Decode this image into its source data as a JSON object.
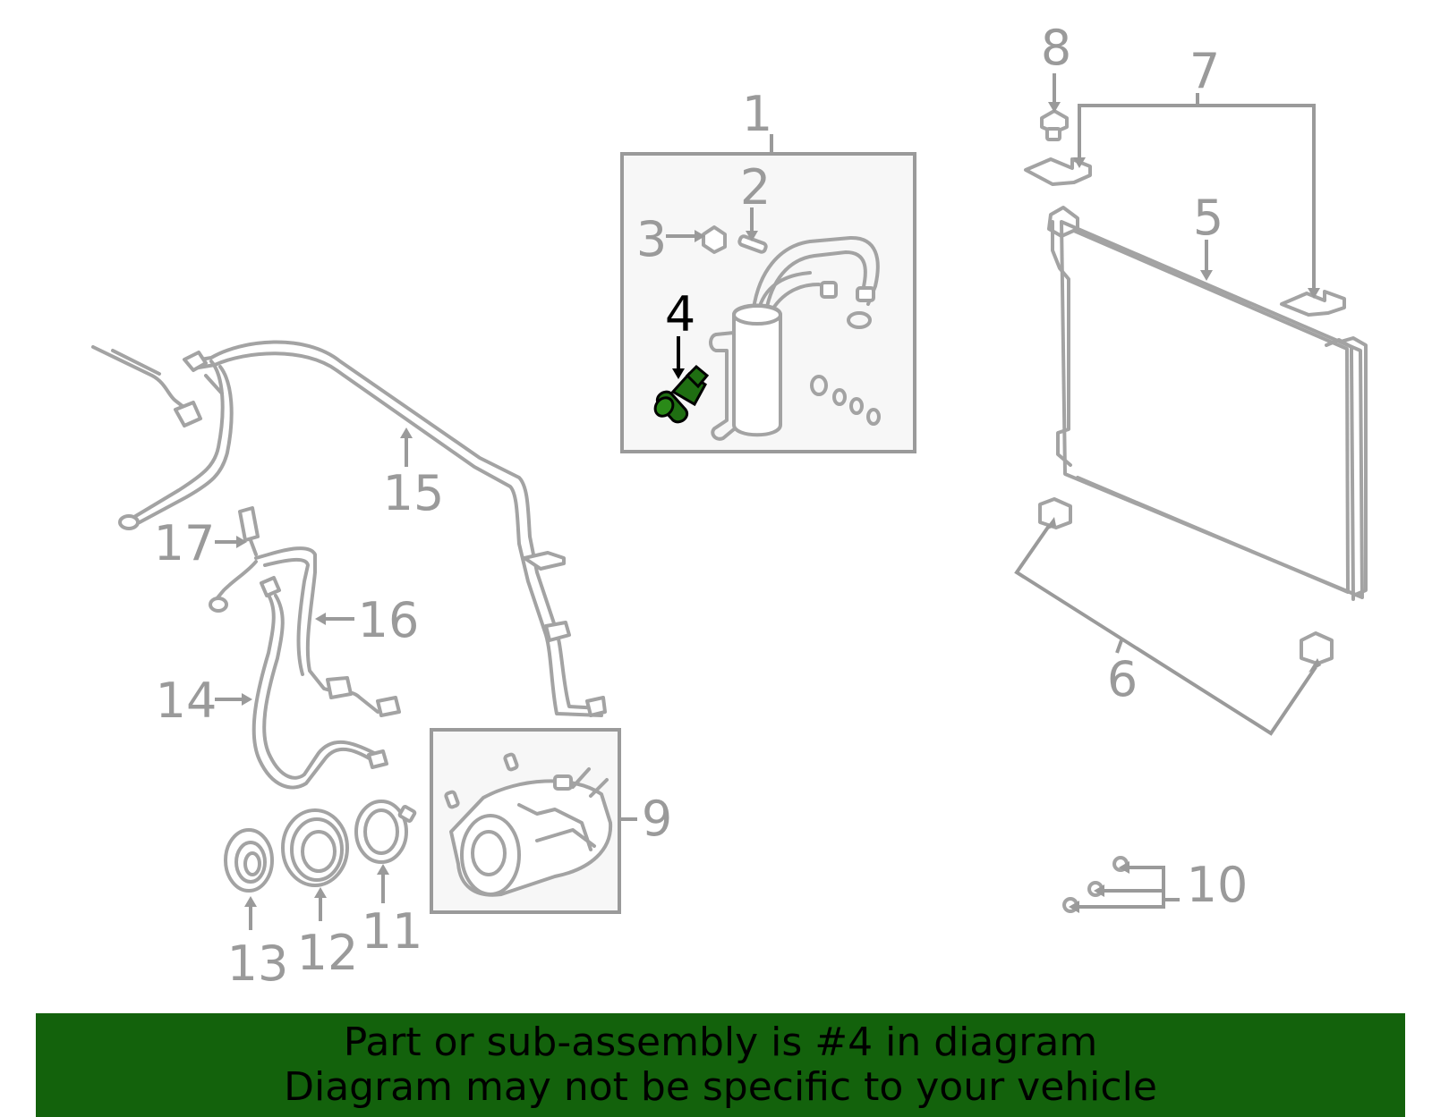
{
  "diagram": {
    "callouts": [
      {
        "id": "1",
        "label": "1"
      },
      {
        "id": "2",
        "label": "2"
      },
      {
        "id": "3",
        "label": "3"
      },
      {
        "id": "4",
        "label": "4",
        "highlighted": true
      },
      {
        "id": "5",
        "label": "5"
      },
      {
        "id": "6",
        "label": "6"
      },
      {
        "id": "7",
        "label": "7"
      },
      {
        "id": "8",
        "label": "8"
      },
      {
        "id": "9",
        "label": "9"
      },
      {
        "id": "10",
        "label": "10"
      },
      {
        "id": "11",
        "label": "11"
      },
      {
        "id": "12",
        "label": "12"
      },
      {
        "id": "13",
        "label": "13"
      },
      {
        "id": "14",
        "label": "14"
      },
      {
        "id": "15",
        "label": "15"
      },
      {
        "id": "16",
        "label": "16"
      },
      {
        "id": "17",
        "label": "17"
      }
    ],
    "highlighted_part": "4",
    "colors": {
      "part_line": "#a3a3a3",
      "label": "#9a9a9a",
      "highlight_fill": "#1f6e12",
      "highlight_label": "#000000",
      "banner_bg": "#13620c"
    }
  },
  "banner": {
    "line1": "Part or sub-assembly is #4 in diagram",
    "line2": "Diagram may not be specific to your vehicle"
  }
}
